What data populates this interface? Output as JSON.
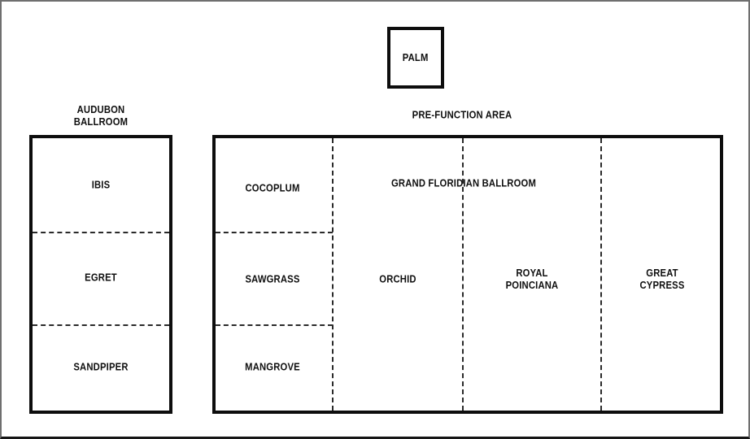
{
  "floor_plan": {
    "palm_room": "PALM",
    "pre_function_label": "PRE-FUNCTION AREA",
    "audubon": {
      "title": "AUDUBON BALLROOM",
      "rooms": [
        "IBIS",
        "EGRET",
        "SANDPIPER"
      ]
    },
    "grand_floridian": {
      "title": "GRAND FLORIDIAN BALLROOM",
      "west_rooms": [
        "COCOPLUM",
        "SAWGRASS",
        "MANGROVE"
      ],
      "halls": [
        "ORCHID",
        "ROYAL POINCIANA",
        "GREAT CYPRESS"
      ]
    },
    "colors": {
      "wall_line": "#0d0d0d",
      "dashed_divider": "#2a2a2a",
      "background": "#ffffff",
      "page_frame": "#6f6f6f"
    }
  }
}
